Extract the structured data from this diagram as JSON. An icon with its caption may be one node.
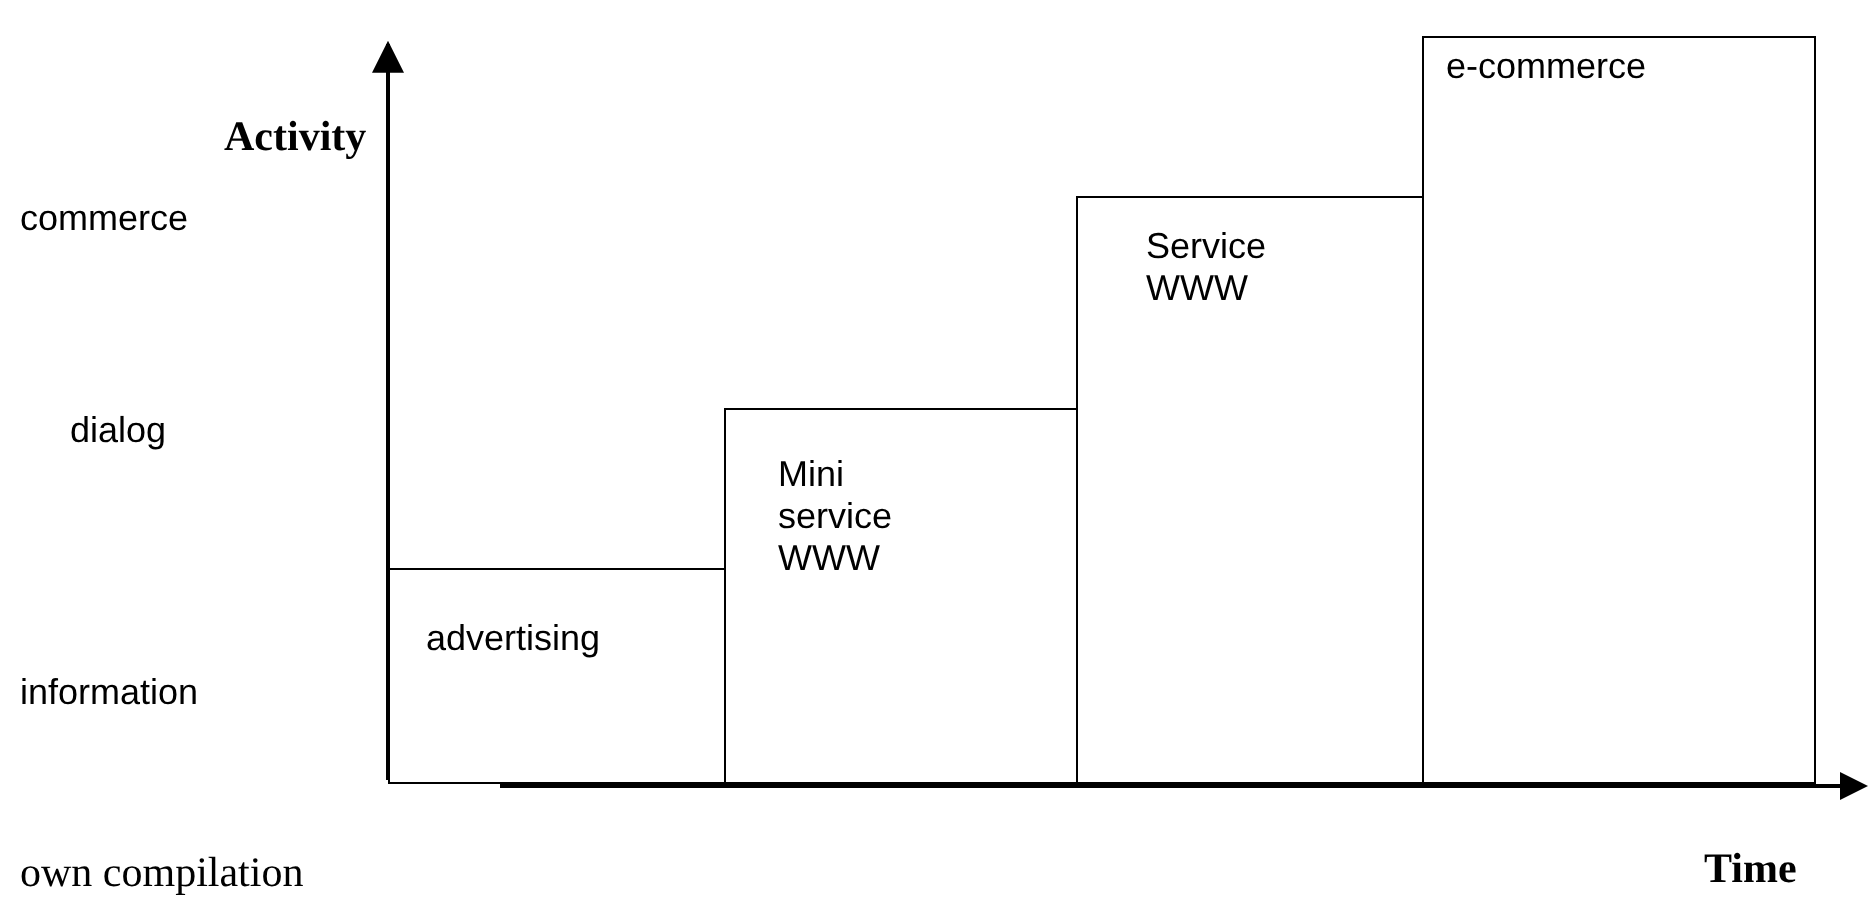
{
  "diagram": {
    "nodes": [
      {
        "text": [
          "advertising"
        ]
      },
      {
        "text": [
          "Mini service WWW"
        ]
      },
      {
        "text": [
          "Service WWW"
        ]
      },
      {
        "text": [
          "e-commerce"
        ]
      }
    ],
    "labels": [
      "Activity",
      "commerce",
      "dialog",
      "information",
      "Time",
      "own compilation"
    ]
  }
}
